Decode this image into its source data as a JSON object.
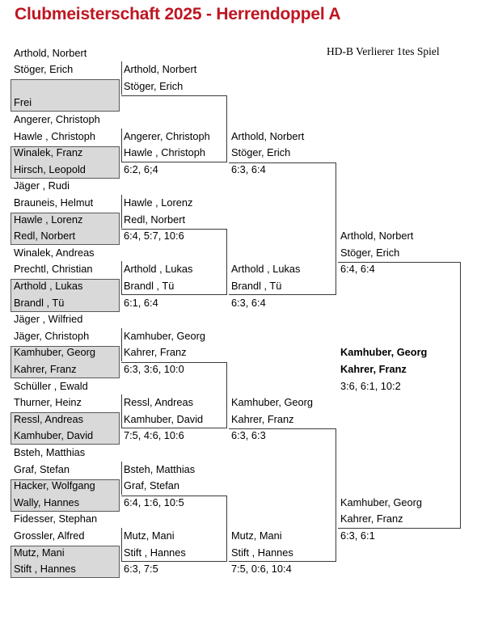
{
  "page": {
    "title": "Clubmeisterschaft 2025 - Herrendoppel A",
    "note": "HD-B Verlierer 1tes Spiel",
    "title_color": "#BE1622",
    "box_fill": "#d9d9d9",
    "box_border": "#595959",
    "line_color": "#3a3a3a"
  },
  "bracket": {
    "round1": [
      {
        "p1": "Arthold, Norbert",
        "p2": "Stöger, Erich"
      },
      {
        "p1": "",
        "p2": "Frei"
      },
      {
        "p1": "Angerer, Christoph",
        "p2": "Hawle , Christoph"
      },
      {
        "p1": "Winalek, Franz",
        "p2": "Hirsch, Leopold"
      },
      {
        "p1": "Jäger , Rudi",
        "p2": "Brauneis, Helmut"
      },
      {
        "p1": "Hawle , Lorenz",
        "p2": "Redl, Norbert"
      },
      {
        "p1": "Winalek, Andreas",
        "p2": "Prechtl, Christian"
      },
      {
        "p1": "Arthold , Lukas",
        "p2": "Brandl , Tü"
      },
      {
        "p1": "Jäger , Wilfried",
        "p2": "Jäger, Christoph"
      },
      {
        "p1": "Kamhuber, Georg",
        "p2": "Kahrer, Franz"
      },
      {
        "p1": "Schüller , Ewald",
        "p2": "Thurner, Heinz"
      },
      {
        "p1": "Ressl, Andreas",
        "p2": "Kamhuber, David"
      },
      {
        "p1": "Bsteh, Matthias",
        "p2": "Graf, Stefan"
      },
      {
        "p1": "Hacker, Wolfgang",
        "p2": "Wally, Hannes"
      },
      {
        "p1": "Fidesser, Stephan",
        "p2": "Grossler, Alfred"
      },
      {
        "p1": "Mutz, Mani",
        "p2": "Stift , Hannes"
      }
    ],
    "round2": [
      {
        "p1": "Arthold, Norbert",
        "p2": "Stöger, Erich",
        "score": ""
      },
      {
        "p1": "Angerer, Christoph",
        "p2": "Hawle , Christoph",
        "score": "6:2, 6;4"
      },
      {
        "p1": "Hawle , Lorenz",
        "p2": "Redl, Norbert",
        "score": "6:4, 5:7, 10:6"
      },
      {
        "p1": "Arthold , Lukas",
        "p2": "Brandl , Tü",
        "score": "6:1, 6:4"
      },
      {
        "p1": "Kamhuber, Georg",
        "p2": "Kahrer, Franz",
        "score": "6:3, 3:6, 10:0"
      },
      {
        "p1": "Ressl, Andreas",
        "p2": "Kamhuber, David",
        "score": "7:5, 4:6, 10:6"
      },
      {
        "p1": "Bsteh, Matthias",
        "p2": "Graf, Stefan",
        "score": "6:4, 1:6, 10:5"
      },
      {
        "p1": "Mutz, Mani",
        "p2": "Stift , Hannes",
        "score": "6:3, 7:5"
      }
    ],
    "round3": [
      {
        "p1": "Arthold, Norbert",
        "p2": "Stöger, Erich",
        "score": "6:3, 6:4"
      },
      {
        "p1": "Arthold , Lukas",
        "p2": "Brandl , Tü",
        "score": "6:3, 6:4"
      },
      {
        "p1": "Kamhuber, Georg",
        "p2": "Kahrer, Franz",
        "score": "6:3, 6:3"
      },
      {
        "p1": "Mutz, Mani",
        "p2": "Stift , Hannes",
        "score": "7:5, 0:6, 10:4"
      }
    ],
    "round4": [
      {
        "p1": "Arthold, Norbert",
        "p2": "Stöger, Erich",
        "score": "6:4, 6:4"
      },
      {
        "p1": "Kamhuber, Georg",
        "p2": "Kahrer, Franz",
        "score": "6:3, 6:1"
      }
    ],
    "final": [
      {
        "p1": "Kamhuber, Georg",
        "p2": "Kahrer, Franz",
        "score": "3:6, 6:1, 10:2",
        "winner": true
      }
    ]
  }
}
